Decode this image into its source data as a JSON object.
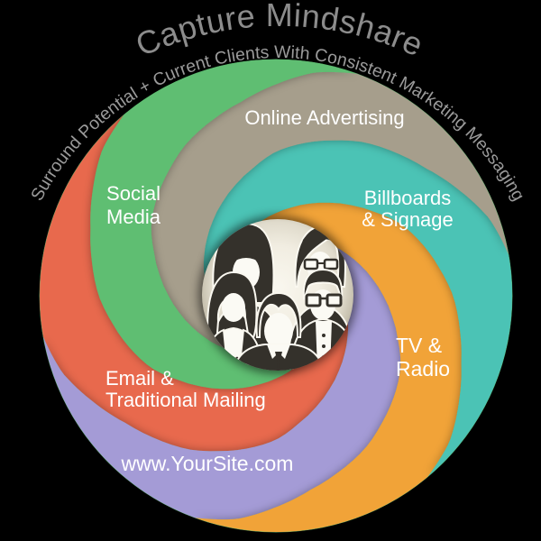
{
  "title": "Capture Mindshare",
  "subtitle": "Surround Potential + Current Clients With Consistent Marketing Messaging",
  "center_icon": "business-people-group",
  "background": "#000000",
  "text_colors": {
    "title": "#8c8c8c",
    "subtitle": "#9a9a9a",
    "labels": "#ffffff"
  },
  "arms": [
    {
      "name": "email-traditional-mailing",
      "color": "#e8694e",
      "anchor_deg": 260,
      "label": [
        "Email &",
        "Traditional Mailing"
      ]
    },
    {
      "name": "website",
      "color": "#a49bd6",
      "anchor_deg": 200,
      "label": [
        "www.YourSite.com"
      ]
    },
    {
      "name": "tv-radio",
      "color": "#f1a338",
      "anchor_deg": 140,
      "label": [
        "TV &",
        "Radio"
      ]
    },
    {
      "name": "billboards-signage",
      "color": "#4cc3b5",
      "anchor_deg": 80,
      "label": [
        "Billboards",
        "& Signage"
      ]
    },
    {
      "name": "online-advertising",
      "color": "#a69e8c",
      "anchor_deg": 20,
      "label": [
        "Online Advertising"
      ]
    },
    {
      "name": "social-media",
      "color": "#5fbe72",
      "anchor_deg": 320,
      "label": [
        "Social",
        "Media"
      ]
    }
  ]
}
